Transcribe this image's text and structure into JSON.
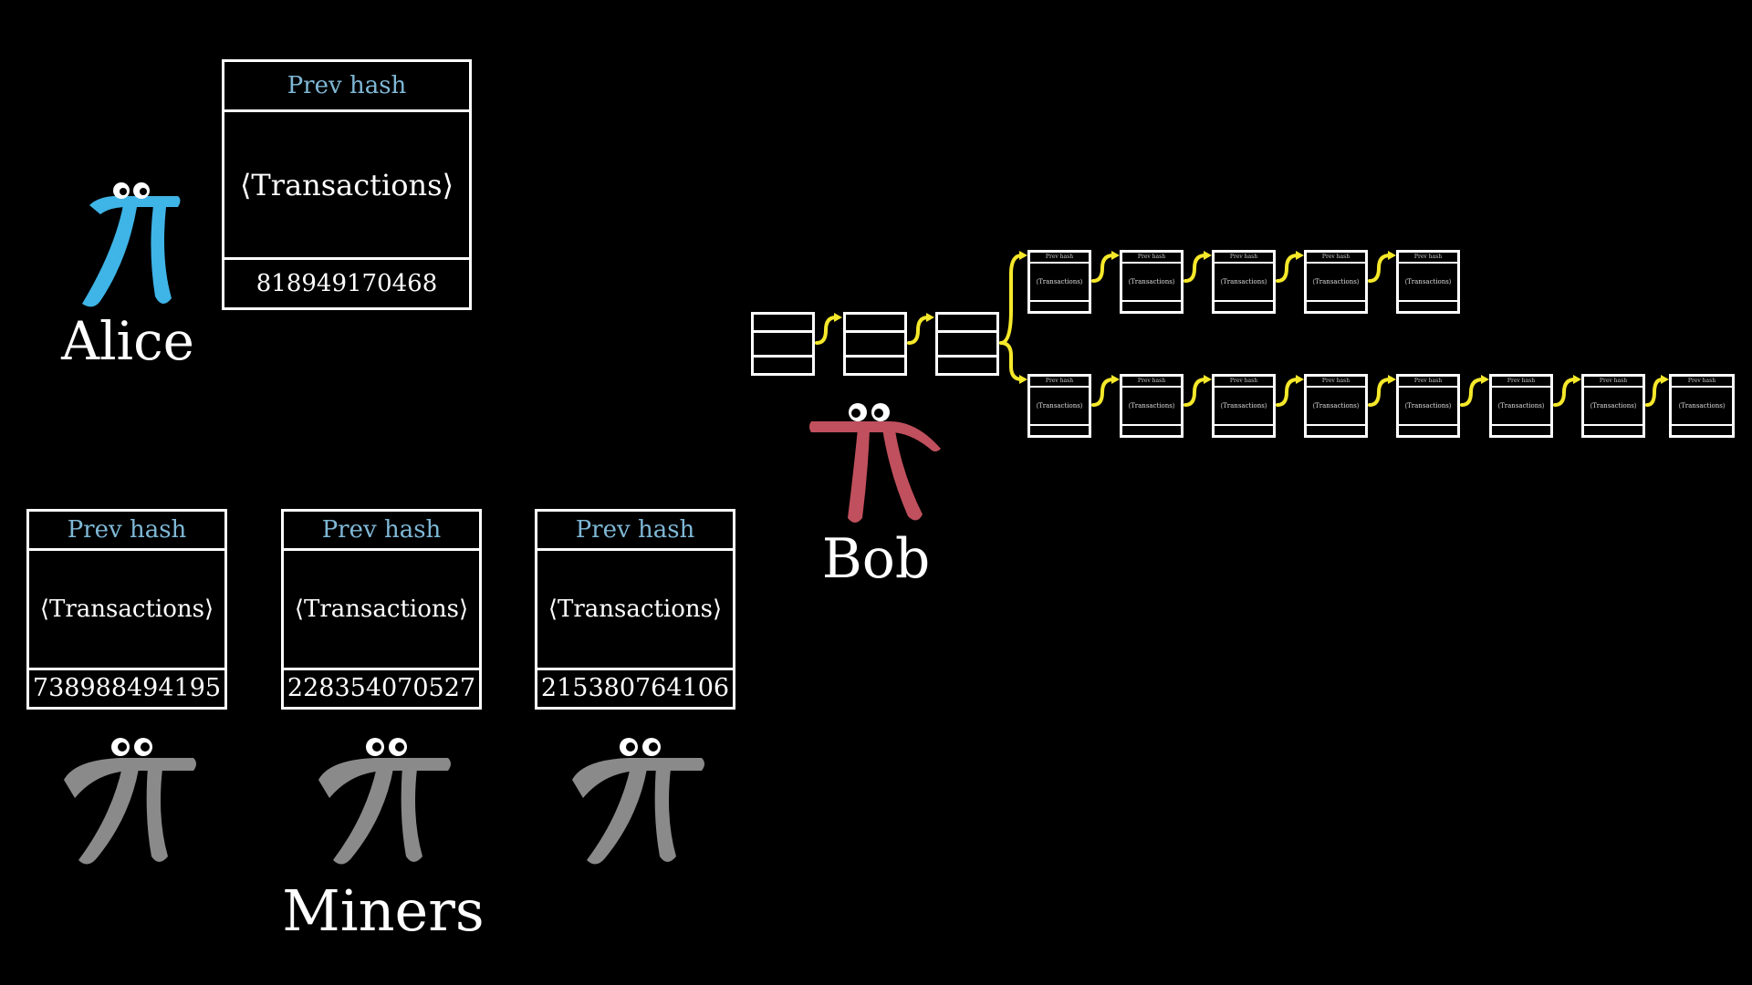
{
  "characters": {
    "alice": {
      "name": "Alice",
      "color": "#3fb4e6"
    },
    "bob": {
      "name": "Bob",
      "color": "#c0505d"
    },
    "miners": {
      "name": "Miners",
      "color": "#8a8a8a"
    }
  },
  "alice_block": {
    "header": "Prev hash",
    "body": "⟨Transactions⟩",
    "footer": "818949170468"
  },
  "miner_blocks": [
    {
      "header": "Prev hash",
      "body": "⟨Transactions⟩",
      "footer": "738988494195"
    },
    {
      "header": "Prev hash",
      "body": "⟨Transactions⟩",
      "footer": "228354070527"
    },
    {
      "header": "Prev hash",
      "body": "⟨Transactions⟩",
      "footer": "215380764106"
    }
  ],
  "chain": {
    "arrow_color": "#f5e82a",
    "upper_branch": [
      {
        "header": "Prev hash",
        "body": "⟨Transactions⟩",
        "footer": ""
      },
      {
        "header": "Prev hash",
        "body": "⟨Transactions⟩",
        "footer": ""
      },
      {
        "header": "Prev hash",
        "body": "⟨Transactions⟩",
        "footer": ""
      },
      {
        "header": "Prev hash",
        "body": "⟨Transactions⟩",
        "footer": ""
      },
      {
        "header": "Prev hash",
        "body": "⟨Transactions⟩",
        "footer": ""
      }
    ],
    "lower_branch": [
      {
        "header": "Prev hash",
        "body": "⟨Transactions⟩",
        "footer": ""
      },
      {
        "header": "Prev hash",
        "body": "⟨Transactions⟩",
        "footer": ""
      },
      {
        "header": "Prev hash",
        "body": "⟨Transactions⟩",
        "footer": ""
      },
      {
        "header": "Prev hash",
        "body": "⟨Transactions⟩",
        "footer": ""
      },
      {
        "header": "Prev hash",
        "body": "⟨Transactions⟩",
        "footer": ""
      },
      {
        "header": "Prev hash",
        "body": "⟨Transactions⟩",
        "footer": ""
      },
      {
        "header": "Prev hash",
        "body": "⟨Transactions⟩",
        "footer": ""
      },
      {
        "header": "Prev hash",
        "body": "⟨Transactions⟩",
        "footer": ""
      }
    ]
  }
}
